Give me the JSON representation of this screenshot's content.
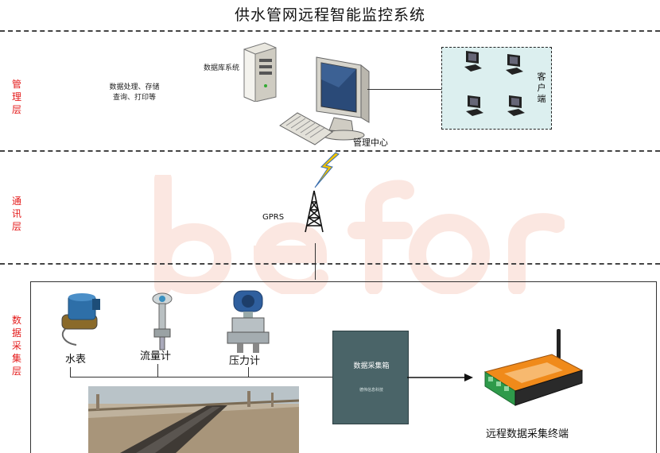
{
  "title": "供水管网远程智能监控系统",
  "layers": {
    "management": "管理层",
    "communication": "通讯层",
    "acquisition": "数据采集层"
  },
  "management": {
    "db_system": "数据库系统",
    "processing_line1": "数据处理、存储",
    "processing_line2": "查询、打印等",
    "center": "管理中心",
    "client": "客户端"
  },
  "communication": {
    "gprs": "GPRS"
  },
  "acquisition": {
    "water_meter": "水表",
    "flow_meter": "流量计",
    "pressure_meter": "压力计",
    "collection_box": "数据采集箱",
    "collection_box_sub": "德伟信息科技",
    "terminal": "远程数据采集终端"
  },
  "colors": {
    "layer_label": "#e41b1b",
    "client_box": "#dcefef",
    "lightning": "#f2c200",
    "cabinet": "#4a6468",
    "terminal_orange": "#f08a1a",
    "terminal_green": "#2e9a4a",
    "watermark": "#e8704a"
  },
  "icons": [
    "server-icon",
    "monitor-icon",
    "keyboard-icon",
    "client-pc-icon",
    "lightning-icon",
    "radio-tower-icon",
    "water-meter-icon",
    "flow-meter-icon",
    "pressure-transmitter-icon",
    "collection-box-icon",
    "data-terminal-icon",
    "pipeline-photo"
  ]
}
